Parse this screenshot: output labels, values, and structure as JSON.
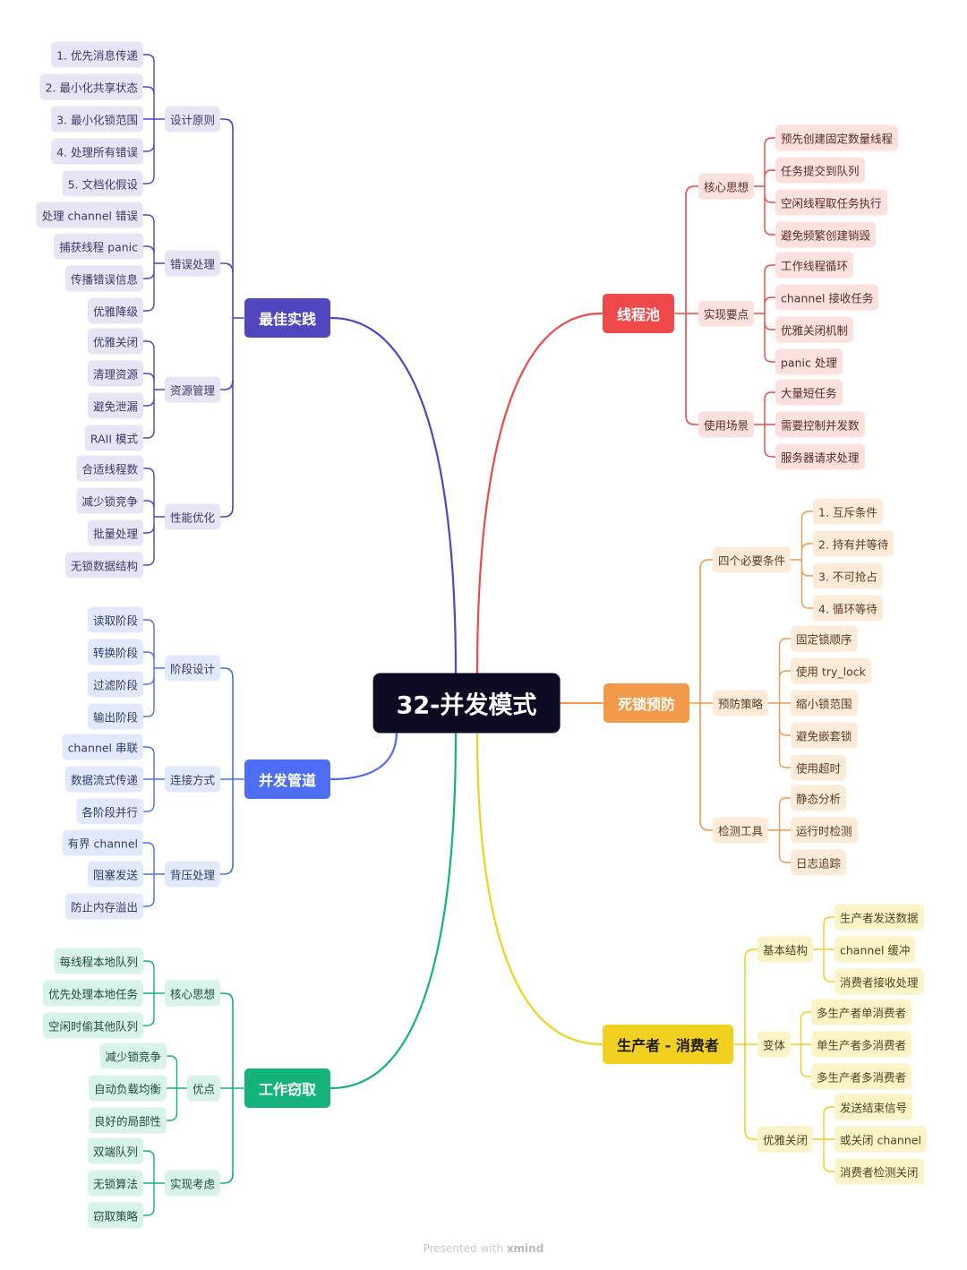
{
  "root": "32-并发模式",
  "branches": [
    {
      "id": "best",
      "label": "最佳实践",
      "color": "#4f46c0",
      "soft": "#e6e4f5",
      "text": "#3a3a6a",
      "children": [
        {
          "label": "设计原则",
          "leaves": [
            "1. 优先消息传递",
            "2. 最小化共享状态",
            "3. 最小化锁范围",
            "4. 处理所有错误",
            "5. 文档化假设"
          ]
        },
        {
          "label": "错误处理",
          "leaves": [
            "处理 channel 错误",
            "捕获线程 panic",
            "传播错误信息",
            "优雅降级"
          ]
        },
        {
          "label": "资源管理",
          "leaves": [
            "优雅关闭",
            "清理资源",
            "避免泄漏",
            "RAII 模式"
          ]
        },
        {
          "label": "性能优化",
          "leaves": [
            "合适线程数",
            "减少锁竞争",
            "批量处理",
            "无锁数据结构"
          ]
        }
      ]
    },
    {
      "id": "pipe",
      "label": "并发管道",
      "color": "#4d6ef2",
      "soft": "#e3e9fd",
      "text": "#2f3c68",
      "children": [
        {
          "label": "阶段设计",
          "leaves": [
            "读取阶段",
            "转换阶段",
            "过滤阶段",
            "输出阶段"
          ]
        },
        {
          "label": "连接方式",
          "leaves": [
            "channel 串联",
            "数据流式传递",
            "各阶段并行"
          ]
        },
        {
          "label": "背压处理",
          "leaves": [
            "有界 channel",
            "阻塞发送",
            "防止内存溢出"
          ]
        }
      ]
    },
    {
      "id": "steal",
      "label": "工作窃取",
      "color": "#14b37a",
      "soft": "#d8f3e7",
      "text": "#1f4d3a",
      "children": [
        {
          "label": "核心思想",
          "leaves": [
            "每线程本地队列",
            "优先处理本地任务",
            "空闲时偷其他队列"
          ]
        },
        {
          "label": "优点",
          "leaves": [
            "减少锁竞争",
            "自动负载均衡",
            "良好的局部性"
          ]
        },
        {
          "label": "实现考虑",
          "leaves": [
            "双端队列",
            "无锁算法",
            "窃取策略"
          ]
        }
      ]
    },
    {
      "id": "pool",
      "label": "线程池",
      "color": "#ef4848",
      "soft": "#fde1df",
      "text": "#5a2a2a",
      "children": [
        {
          "label": "核心思想",
          "leaves": [
            "预先创建固定数量线程",
            "任务提交到队列",
            "空闲线程取任务执行",
            "避免频繁创建销毁"
          ]
        },
        {
          "label": "实现要点",
          "leaves": [
            "工作线程循环",
            "channel 接收任务",
            "优雅关闭机制",
            "panic 处理"
          ]
        },
        {
          "label": "使用场景",
          "leaves": [
            "大量短任务",
            "需要控制并发数",
            "服务器请求处理"
          ]
        }
      ]
    },
    {
      "id": "dead",
      "label": "死锁预防",
      "color": "#f2994a",
      "soft": "#fdebd9",
      "text": "#5a3a1e",
      "children": [
        {
          "label": "四个必要条件",
          "leaves": [
            "1. 互斥条件",
            "2. 持有并等待",
            "3. 不可抢占",
            "4. 循环等待"
          ]
        },
        {
          "label": "预防策略",
          "leaves": [
            "固定锁顺序",
            "使用 try_lock",
            "缩小锁范围",
            "避免嵌套锁",
            "使用超时"
          ]
        },
        {
          "label": "检测工具",
          "leaves": [
            "静态分析",
            "运行时检测",
            "日志追踪"
          ]
        }
      ]
    },
    {
      "id": "prod",
      "label": "生产者 - 消费者",
      "color": "#f2d020",
      "soft": "#fcf3c6",
      "text": "#4d4422",
      "children": [
        {
          "label": "基本结构",
          "leaves": [
            "生产者发送数据",
            "channel 缓冲",
            "消费者接收处理"
          ]
        },
        {
          "label": "变体",
          "leaves": [
            "多生产者单消费者",
            "单生产者多消费者",
            "多生产者多消费者"
          ]
        },
        {
          "label": "优雅关闭",
          "leaves": [
            "发送结束信号",
            "或关闭 channel",
            "消费者检测关闭"
          ]
        }
      ]
    }
  ],
  "footer": {
    "prefix": "Presented with",
    "brand": "xmind"
  }
}
